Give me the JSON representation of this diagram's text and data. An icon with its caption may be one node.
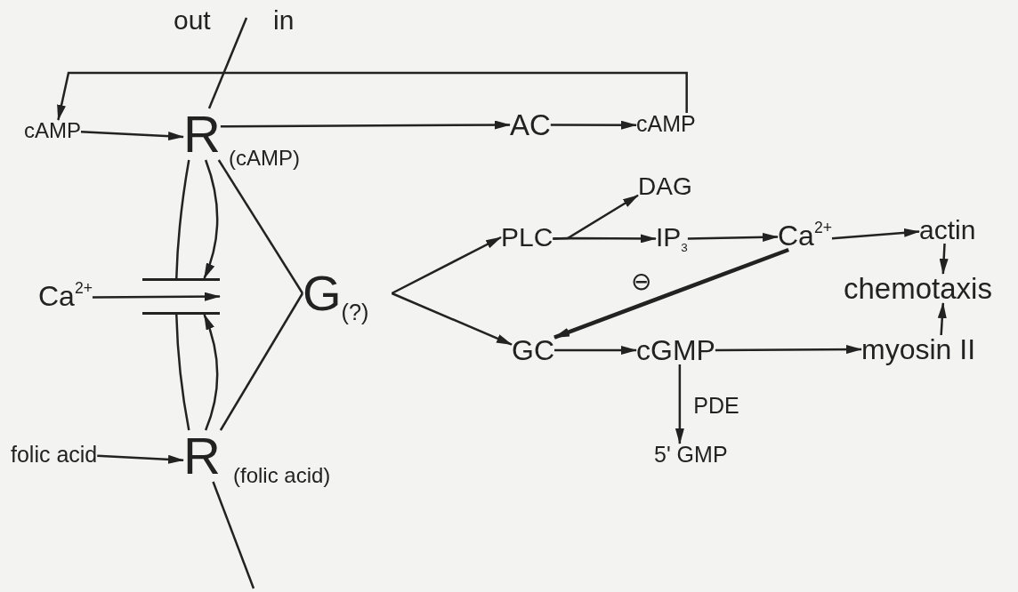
{
  "diagram": {
    "nodes": [
      {
        "text": [
          "cAMP"
        ]
      },
      {
        "text": [
          "R"
        ],
        "beside": [
          "(cAMP)"
        ]
      },
      {
        "text": [
          "AC"
        ]
      },
      {
        "text": [
          "cAMP"
        ]
      },
      {
        "text": [
          "DAG"
        ]
      },
      {
        "text": [
          "PLC"
        ]
      },
      {
        "text": [
          "IP$_{3}$"
        ]
      },
      {
        "text": [
          "Ca$^{2+}$"
        ]
      },
      {
        "text": [
          "actin"
        ]
      },
      {
        "text": [
          "Ca$^{2+}$"
        ]
      },
      {
        "text": [],
        "shape": "bar"
      },
      {
        "text": [
          "G$_{(?)}$"
        ]
      },
      {
        "text": [
          "chemotaxis"
        ]
      },
      {
        "text": [
          "GC"
        ]
      },
      {
        "text": [
          "cGMP"
        ]
      },
      {
        "text": [
          "myosin II"
        ]
      },
      {
        "text": [
          "folic acid"
        ]
      },
      {
        "text": [
          "R"
        ],
        "beside": [
          "(folic acid)"
        ]
      },
      {
        "text": [
          "5' GMP"
        ]
      }
    ],
    "edges": [
      {
        "from": 3,
        "to": 0,
        "arrow": "to"
      },
      {
        "from": 0,
        "to": 1,
        "arrow": "to"
      },
      {
        "from": 1,
        "to": 2,
        "arrow": "to"
      },
      {
        "from": 2,
        "to": 3,
        "arrow": "to"
      },
      {
        "from": 5,
        "to": 4,
        "arrow": "to"
      },
      {
        "from": 5,
        "to": 6,
        "arrow": "to"
      },
      {
        "from": 6,
        "to": 7,
        "arrow": "to"
      },
      {
        "from": 7,
        "to": 8,
        "arrow": "to"
      },
      {
        "from": 7,
        "to": 13,
        "arrow": "to",
        "label": "⊖",
        "style": "thick"
      },
      {
        "from": 8,
        "to": 12,
        "arrow": "to"
      },
      {
        "from": 15,
        "to": 12,
        "arrow": "to"
      },
      {
        "from": 13,
        "to": 14,
        "arrow": "to"
      },
      {
        "from": 14,
        "to": 15,
        "arrow": "to"
      },
      {
        "from": 14,
        "to": 18,
        "arrow": "to",
        "label": "PDE"
      },
      {
        "from": 11,
        "to": 5,
        "arrow": "to"
      },
      {
        "from": 11,
        "to": 13,
        "arrow": "to"
      },
      {
        "from": 1,
        "to": 11,
        "arrow": "none"
      },
      {
        "from": 17,
        "to": 11,
        "arrow": "none"
      },
      {
        "from": 1,
        "to": 10,
        "arrow": "none"
      },
      {
        "from": 1,
        "to": 10,
        "arrow": "to"
      },
      {
        "from": 17,
        "to": 10,
        "arrow": "none"
      },
      {
        "from": 17,
        "to": 10,
        "arrow": "to"
      },
      {
        "from": 9,
        "to": 10,
        "arrow": "to"
      },
      {
        "from": 16,
        "to": 17,
        "arrow": "to"
      },
      {
        "from": 17,
        "to": null,
        "arrow": "none"
      }
    ],
    "labels": [
      "out",
      "in"
    ]
  }
}
